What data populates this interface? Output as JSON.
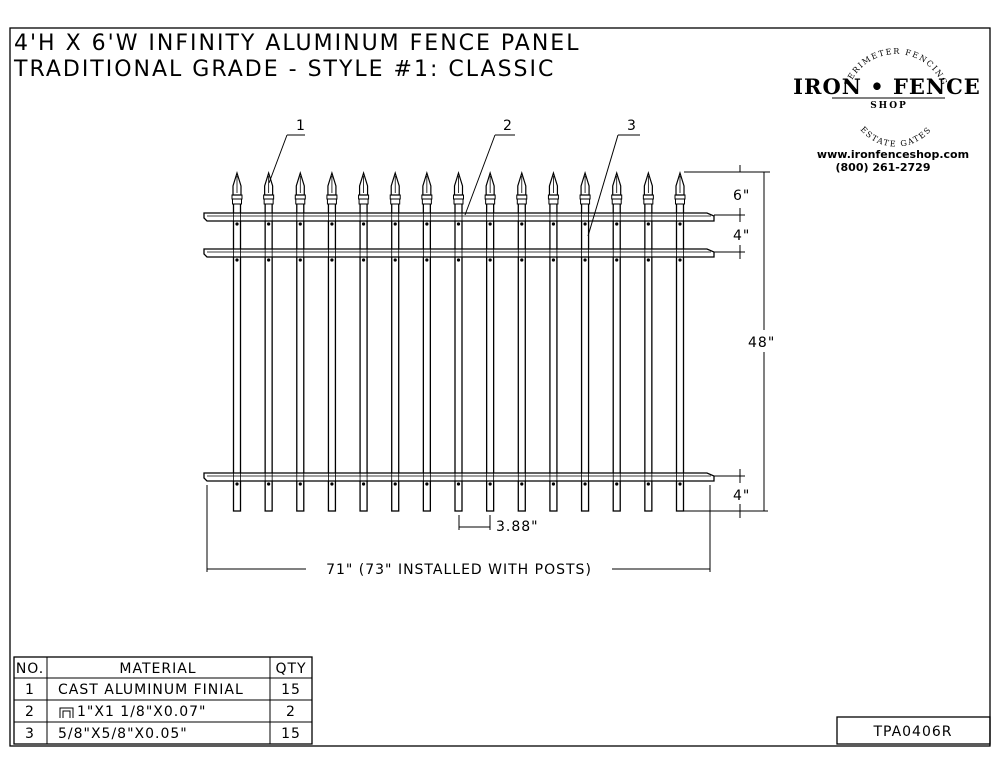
{
  "title": {
    "line1": "4'H X 6'W INFINITY ALUMINUM FENCE PANEL",
    "line2": "TRADITIONAL GRADE - STYLE #1: CLASSIC"
  },
  "logo": {
    "top_arc": "PERIMETER FENCING",
    "brand": "IRON • FENCE",
    "sub": "SHOP",
    "bottom_arc": "ESTATE GATES",
    "website": "www.ironfenceshop.com",
    "phone": "(800) 261-2729"
  },
  "callouts": [
    "1",
    "2",
    "3"
  ],
  "dimensions": {
    "top_gap": "6\"",
    "rail_gap": "4\"",
    "height": "48\"",
    "bottom_gap": "4\"",
    "picket_spacing": "3.88\"",
    "width": "71\" (73\" INSTALLED WITH POSTS)"
  },
  "drawing": {
    "picket_count": 15,
    "rail_count": 3
  },
  "bom": {
    "headers": [
      "NO.",
      "MATERIAL",
      "QTY"
    ],
    "rows": [
      {
        "no": "1",
        "material": "CAST ALUMINUM FINIAL",
        "qty": "15"
      },
      {
        "no": "2",
        "material": "1\"X1 1/8\"X0.07\"",
        "qty": "2"
      },
      {
        "no": "3",
        "material": "5/8\"X5/8\"X0.05\"",
        "qty": "15"
      }
    ]
  },
  "part_number": "TPA0406R"
}
